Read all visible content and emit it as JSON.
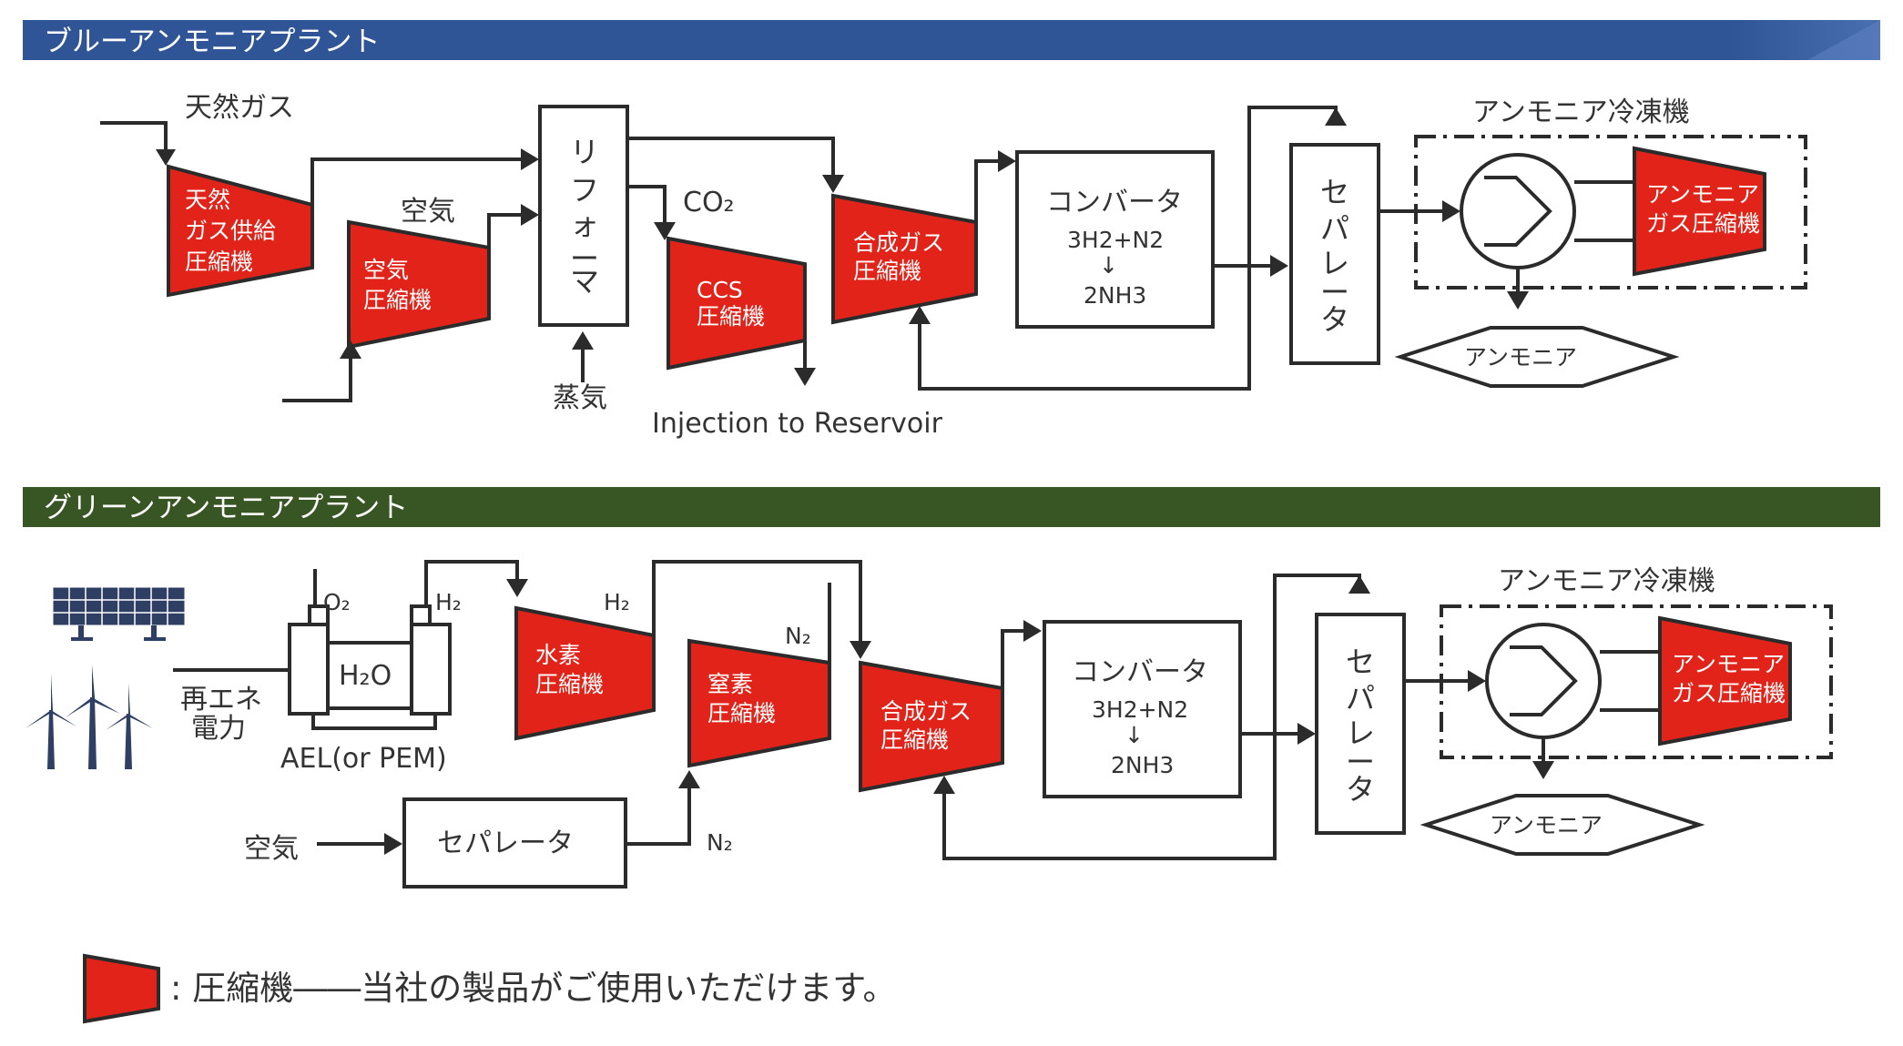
{
  "colors": {
    "blue_banner": "#2f5596",
    "green_banner": "#375623",
    "compressor": "#e2231a",
    "line": "#2b2b2b"
  },
  "blue": {
    "title": "ブルーアンモニアプラント",
    "natural_gas": "天然ガス",
    "ng_compressor": [
      "天然",
      "ガス供給",
      "圧縮機"
    ],
    "air": "空気",
    "air_compressor": [
      "空気",
      "圧縮機"
    ],
    "reformer": [
      "リ",
      "フ",
      "ォ",
      "ー",
      "マ"
    ],
    "steam": "蒸気",
    "co2": "CO₂",
    "ccs_compressor": [
      "CCS",
      "圧縮機"
    ],
    "injection": "Injection to Reservoir",
    "syngas_compressor": [
      "合成ガス",
      "圧縮機"
    ],
    "converter": "コンバータ",
    "reaction_in": "3H2+N2",
    "reaction_arrow": "↓",
    "reaction_out": "2NH3",
    "separator": [
      "セ",
      "パ",
      "レ",
      "ー",
      "タ"
    ],
    "refrigerator": "アンモニア冷凍機",
    "nh3_compressor": [
      "アンモニア",
      "ガス圧縮機"
    ],
    "ammonia": "アンモニア"
  },
  "green": {
    "title": "グリーンアンモニアプラント",
    "renewable": [
      "再エネ",
      "電力"
    ],
    "o2": "O₂",
    "h2_out": "H₂",
    "h2o": "H₂O",
    "ael": "AEL(or PEM)",
    "h2": "H₂",
    "h2_compressor": [
      "水素",
      "圧縮機"
    ],
    "n2_top": "N₂",
    "n2_compressor": [
      "窒素",
      "圧縮機"
    ],
    "air": "空気",
    "air_separator": "セパレータ",
    "n2_bottom": "N₂",
    "syngas_compressor": [
      "合成ガス",
      "圧縮機"
    ],
    "converter": "コンバータ",
    "reaction_in": "3H2+N2",
    "reaction_arrow": "↓",
    "reaction_out": "2NH3",
    "separator": [
      "セ",
      "パ",
      "レ",
      "ー",
      "タ"
    ],
    "refrigerator": "アンモニア冷凍機",
    "nh3_compressor": [
      "アンモニア",
      "ガス圧縮機"
    ],
    "ammonia": "アンモニア"
  },
  "legend": {
    "text": ": 圧縮機――当社の製品がご使用いただけます。"
  },
  "icons": [
    "solar-panel-icon",
    "wind-turbine-icon",
    "heat-exchanger-icon"
  ]
}
